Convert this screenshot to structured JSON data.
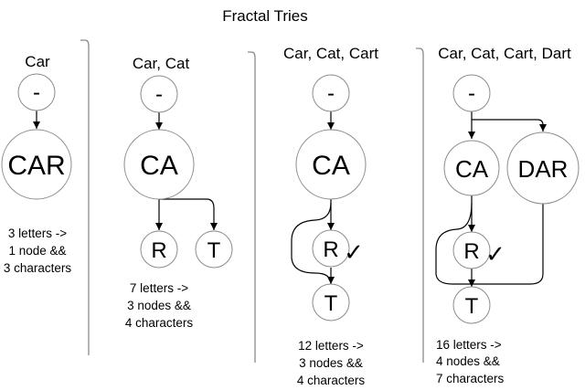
{
  "title": "Fractal Tries",
  "panels": [
    {
      "words_label": "Car",
      "nodes": [
        "-",
        "CAR"
      ],
      "note": [
        "3 letters ->",
        "1 node &&",
        "3 characters"
      ]
    },
    {
      "words_label": "Car, Cat",
      "nodes": [
        "-",
        "CA",
        "R",
        "T"
      ],
      "note": [
        "7 letters ->",
        "3 nodes &&",
        "4 characters"
      ]
    },
    {
      "words_label": "Car, Cat, Cart",
      "nodes": [
        "-",
        "CA",
        "R",
        "T"
      ],
      "terminal_mark": "✓",
      "note": [
        "12 letters ->",
        "3 nodes &&",
        "4 characters"
      ]
    },
    {
      "words_label": "Car, Cat, Cart, Dart",
      "nodes": [
        "-",
        "CA",
        "DAR",
        "R",
        "T"
      ],
      "terminal_mark": "✓",
      "note": [
        "16 letters ->",
        "4 nodes &&",
        "7 characters"
      ]
    }
  ]
}
